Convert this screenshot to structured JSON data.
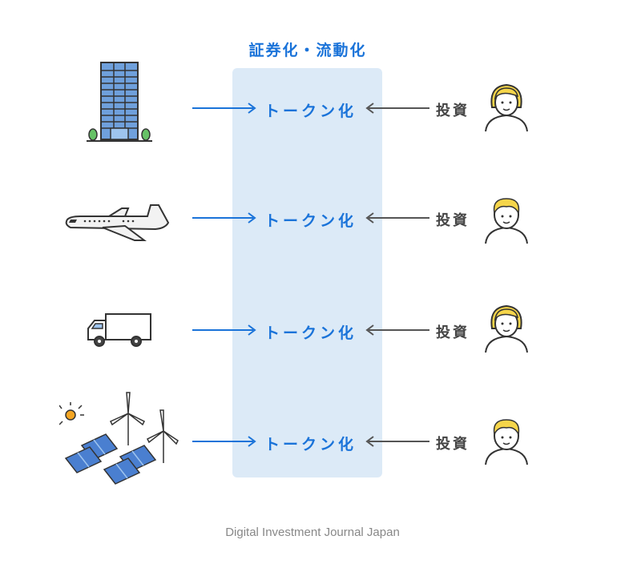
{
  "title": "証券化・流動化",
  "rows": [
    {
      "asset_icon": "building-icon",
      "token_label": "トークン化",
      "invest_label": "投資",
      "person_icon": "woman-icon"
    },
    {
      "asset_icon": "airplane-icon",
      "token_label": "トークン化",
      "invest_label": "投資",
      "person_icon": "man-icon"
    },
    {
      "asset_icon": "truck-icon",
      "token_label": "トークン化",
      "invest_label": "投資",
      "person_icon": "woman-icon"
    },
    {
      "asset_icon": "renewable-energy-icon",
      "token_label": "トークン化",
      "invest_label": "投資",
      "person_icon": "man-icon"
    }
  ],
  "footer": "Digital Investment Journal Japan",
  "colors": {
    "accent": "#1a73d9",
    "panel": "#dceaf7",
    "hair": "#f5d54a",
    "dark_text": "#444444"
  }
}
